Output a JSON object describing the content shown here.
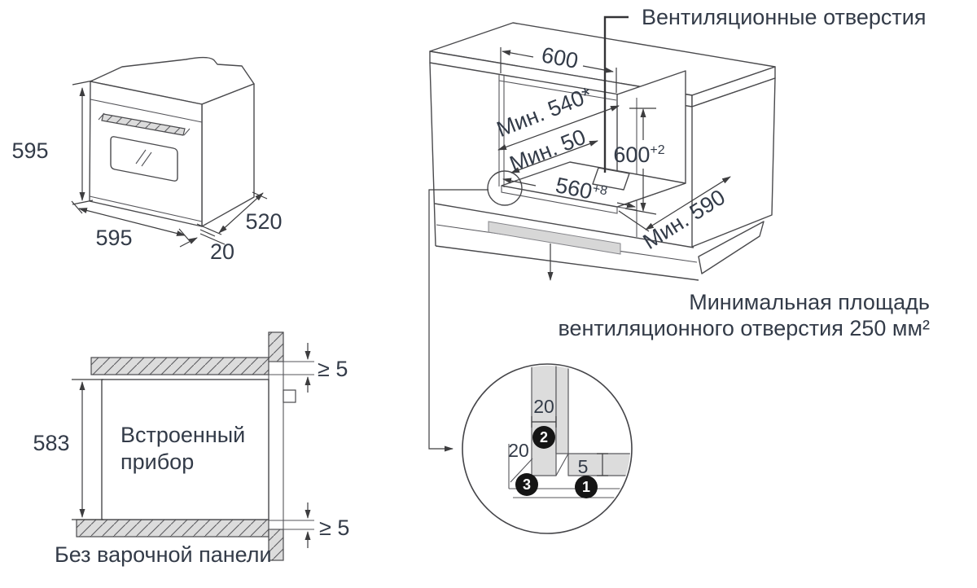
{
  "colors": {
    "line": "#4a4a4d",
    "text": "#333b48",
    "panel_gray": "#dcdcdc",
    "badge_black": "#151515",
    "background": "#ffffff"
  },
  "oven": {
    "height": "595",
    "width": "595",
    "depth": "520",
    "door_offset": "20"
  },
  "section": {
    "height": "583",
    "gap_top": "≥ 5",
    "gap_bottom": "≥ 5",
    "label_line1": "Встроенный",
    "label_line2": "прибор",
    "caption": "Без варочной панели"
  },
  "cabinet": {
    "vent_label": "Вентиляционные отверстия",
    "top_width": "600",
    "niche_depth": "Мин. 540*",
    "back_gap": "Мин. 50",
    "niche_height": "600",
    "niche_height_tol": "+2",
    "niche_width": "560",
    "niche_width_tol": "+8",
    "min_depth": "Мин. 590",
    "area_note_line1": "Минимальная площадь",
    "area_note_line2": "вентиляционного отверстия 250 мм²"
  },
  "detail": {
    "panel_width": "20",
    "side_gap": "20",
    "lip": "5",
    "badge_1": "1",
    "badge_2": "2",
    "badge_3": "3"
  }
}
